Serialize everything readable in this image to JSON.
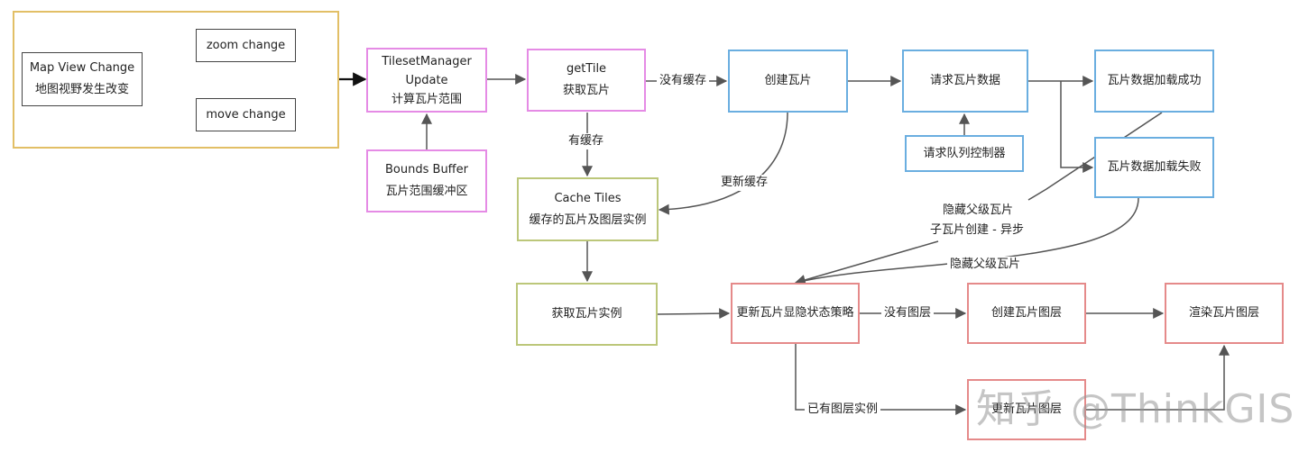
{
  "nodes": {
    "map_view_change": [
      "Map View Change",
      "地图视野发生改变"
    ],
    "zoom_change": [
      "zoom change"
    ],
    "move_change": [
      "move change"
    ],
    "tileset_manager_update": [
      "TilesetManager",
      "Update",
      "计算瓦片范围"
    ],
    "bounds_buffer": [
      "Bounds Buffer",
      "瓦片范围缓冲区"
    ],
    "get_tile": [
      "getTile",
      "获取瓦片"
    ],
    "create_tile": [
      "创建瓦片"
    ],
    "request_tile_data": [
      "请求瓦片数据"
    ],
    "request_queue_controller": [
      "请求队列控制器"
    ],
    "tile_data_load_success": [
      "瓦片数据加载成功"
    ],
    "tile_data_load_fail": [
      "瓦片数据加载失败"
    ],
    "cache_tiles": [
      "Cache Tiles",
      "缓存的瓦片及图层实例"
    ],
    "get_tile_instance": [
      "获取瓦片实例"
    ],
    "update_visibility_strategy": [
      "更新瓦片显隐状态策略"
    ],
    "create_tile_layer": [
      "创建瓦片图层"
    ],
    "render_tile_layer": [
      "渲染瓦片图层"
    ],
    "update_tile_layer": [
      "更新瓦片图层"
    ]
  },
  "edge_labels": {
    "no_cache": "没有缓存",
    "has_cache": "有缓存",
    "update_cache": "更新缓存",
    "hide_parent_1": "隐藏父级瓦片",
    "child_async": "子瓦片创建 - 异步",
    "hide_parent_2": "隐藏父级瓦片",
    "no_layer": "没有图层",
    "has_layer_instance": "已有图层实例"
  },
  "watermark": "知乎 @ThinkGIS",
  "colors": {
    "group_border": "#e2bf66",
    "pink": "#e58be5",
    "blue": "#6aaee0",
    "olive": "#bcc77a",
    "red": "#e58a8a",
    "edge": "#555555"
  }
}
